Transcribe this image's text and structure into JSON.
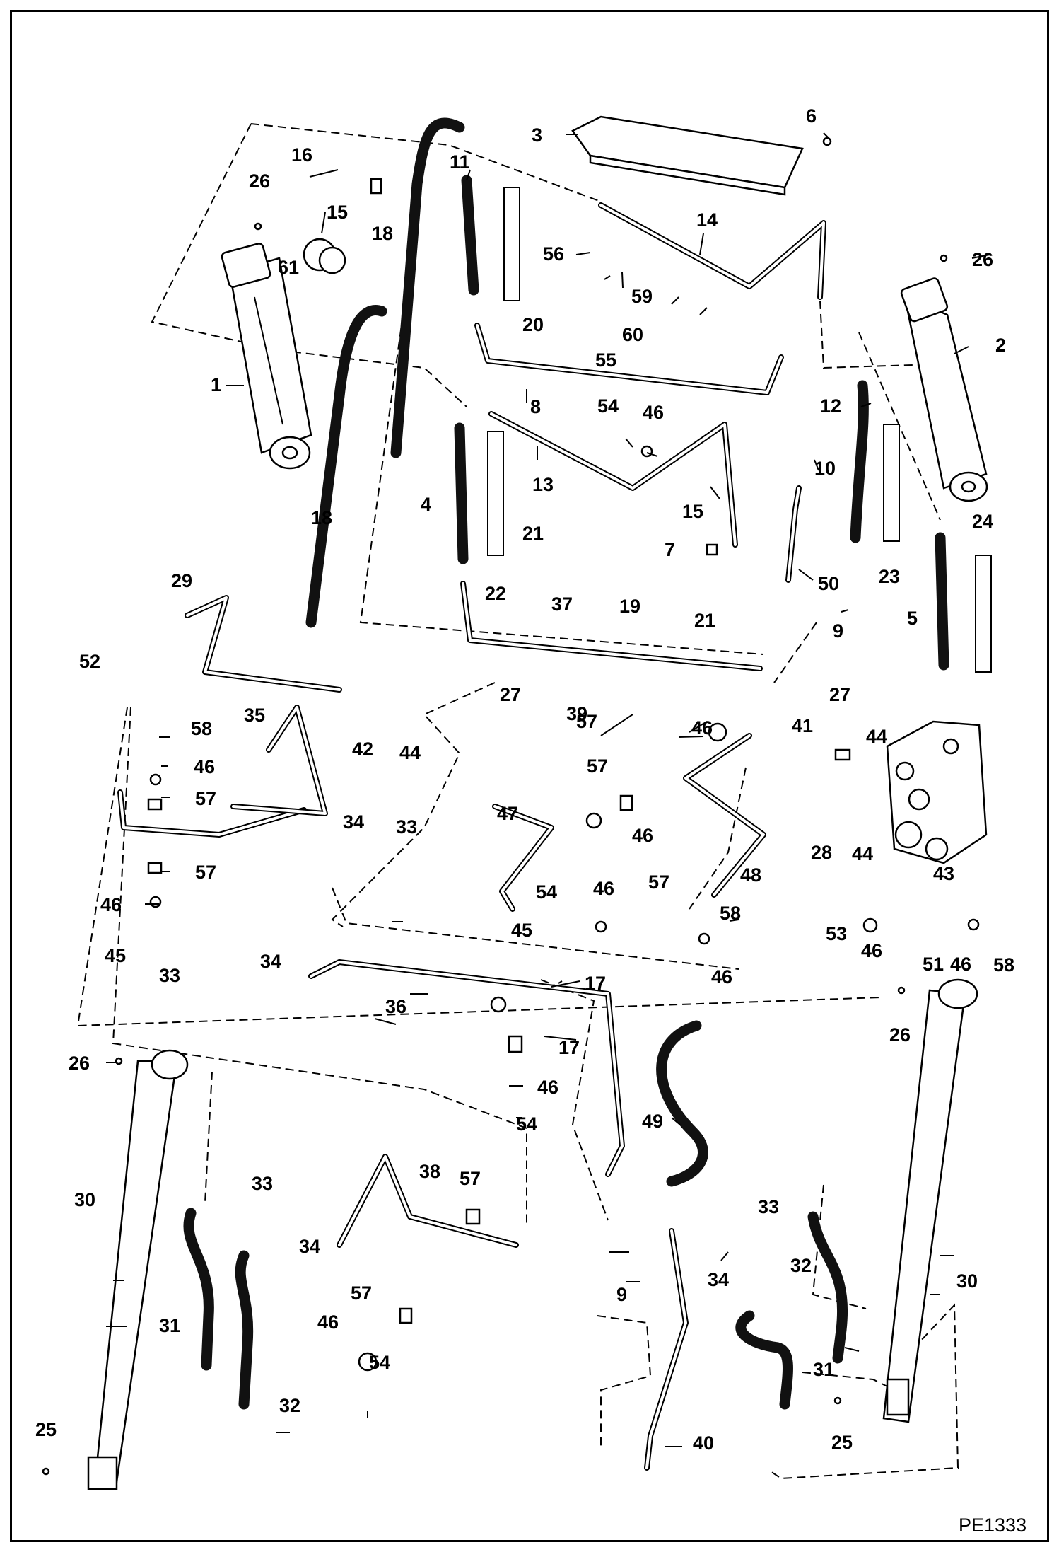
{
  "diagram": {
    "figure_id": "PE1333",
    "labels": [
      "1",
      "2",
      "3",
      "4",
      "5",
      "6",
      "7",
      "8",
      "9",
      "10",
      "11",
      "12",
      "13",
      "14",
      "15",
      "16",
      "17",
      "18",
      "19",
      "20",
      "21",
      "22",
      "23",
      "24",
      "25",
      "26",
      "27",
      "28",
      "29",
      "30",
      "31",
      "32",
      "33",
      "34",
      "35",
      "36",
      "37",
      "38",
      "39",
      "40",
      "41",
      "42",
      "43",
      "44",
      "45",
      "46",
      "47",
      "48",
      "49",
      "50",
      "51",
      "52",
      "53",
      "54",
      "55",
      "56",
      "57",
      "58",
      "59",
      "60",
      "61"
    ]
  }
}
